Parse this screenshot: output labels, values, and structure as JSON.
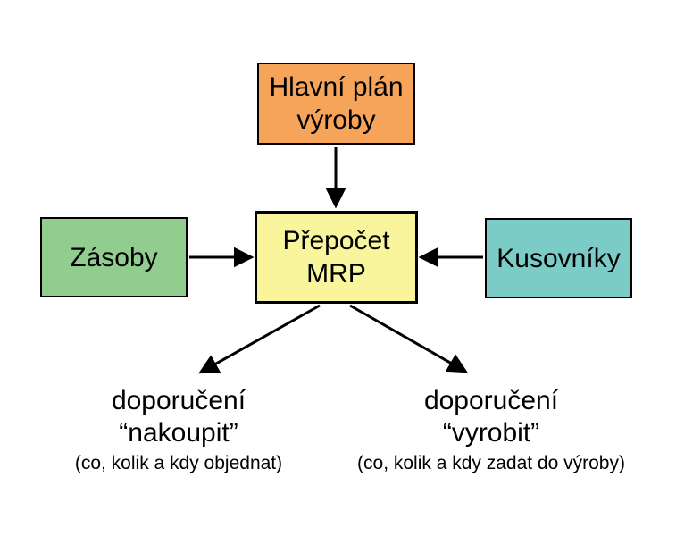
{
  "diagram_type": "MRP flow diagram",
  "nodes": {
    "hlavni_plan": {
      "label": "Hlavní plán\nvýroby",
      "fill": "#F6A45A"
    },
    "prepocet_mrp": {
      "label": "Přepočet\nMRP",
      "fill": "#F8F59D"
    },
    "zasoby": {
      "label": "Zásoby",
      "fill": "#90CD8E"
    },
    "kusovniky": {
      "label": "Kusovníky",
      "fill": "#7BCCC7"
    }
  },
  "outputs": {
    "nakoupit": {
      "main": "doporučení\n“nakoupit”",
      "sub": "(co, kolik a kdy objednat)"
    },
    "vyrobit": {
      "main": "doporučení\n“vyrobit”",
      "sub": "(co, kolik a kdy zadat do výroby)"
    }
  },
  "arrows": [
    {
      "name": "hlavni-plan-to-mrp",
      "direction": "down"
    },
    {
      "name": "zasoby-to-mrp",
      "direction": "right"
    },
    {
      "name": "kusovniky-to-mrp",
      "direction": "left"
    },
    {
      "name": "mrp-to-nakoupit",
      "direction": "down-left"
    },
    {
      "name": "mrp-to-vyrobit",
      "direction": "down-right"
    }
  ],
  "colors": {
    "background": "#FFFFFF",
    "border": "#000000",
    "arrow": "#000000",
    "text": "#000000"
  }
}
